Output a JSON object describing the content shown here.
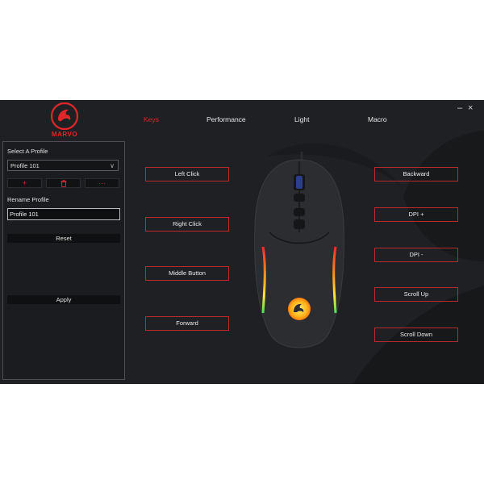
{
  "brand": {
    "name": "MARVO"
  },
  "tabs": [
    {
      "label": "Keys",
      "active": true
    },
    {
      "label": "Performance",
      "active": false
    },
    {
      "label": "Light",
      "active": false
    },
    {
      "label": "Macro",
      "active": false
    }
  ],
  "window_controls": {
    "minimize": "–",
    "close": "×"
  },
  "sidebar": {
    "select_label": "Select A Profile",
    "selected_profile": "Profile 101",
    "actions": [
      {
        "icon": "plus-icon",
        "glyph": "+"
      },
      {
        "icon": "trash-icon",
        "glyph": ""
      },
      {
        "icon": "more-icon",
        "glyph": "···"
      }
    ],
    "rename_label": "Rename Profile",
    "rename_value": "Profile 101",
    "reset_label": "Reset",
    "apply_label": "Apply"
  },
  "keys_left": [
    "Left Click",
    "Right Click",
    "Middle Button",
    "Forward"
  ],
  "keys_right": [
    "Backward",
    "DPI +",
    "DPI -",
    "Scroll Up",
    "Scroll Down"
  ],
  "colors": {
    "accent": "#e0262a",
    "background": "#1f2023",
    "border": "#b92a2e"
  }
}
